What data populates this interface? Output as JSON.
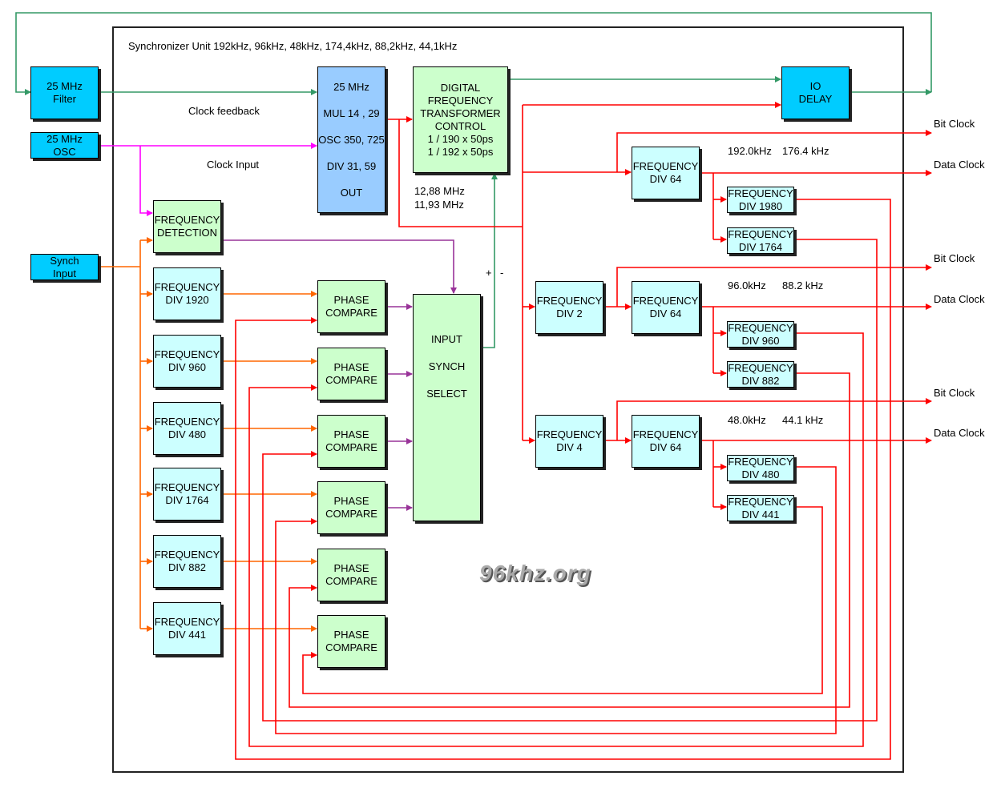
{
  "title": "Synchronizer Unit 192kHz, 96kHz, 48kHz, 174,4kHz, 88,2kHz, 44,1kHz",
  "labels": {
    "clock_feedback": "Clock feedback",
    "clock_input": "Clock Input",
    "freq_1288": "12,88 MHz",
    "freq_1193": "11,93 MHz",
    "plus": "+",
    "minus": "-",
    "rate_192": "192.0kHz",
    "rate_1764": "176.4 kHz",
    "rate_96": "96.0kHz",
    "rate_882": "88.2 kHz",
    "rate_48": "48.0kHz",
    "rate_441": "44.1 kHz"
  },
  "outputs": {
    "bit_clock": "Bit Clock",
    "data_clock": "Data Clock"
  },
  "watermark": "96khz.org",
  "inputs": {
    "filter": [
      "25 MHz",
      "Filter"
    ],
    "osc": [
      "25 MHz",
      "OSC"
    ],
    "synch": [
      "Synch",
      "Input"
    ]
  },
  "pll": [
    "25 MHz",
    "MUL 14 , 29",
    "OSC 350, 725",
    "DIV 31, 59",
    "OUT"
  ],
  "dftc": [
    "DIGITAL",
    "FREQUENCY",
    "TRANSFORMER",
    "CONTROL",
    "1 / 190 x 50ps",
    "1 / 192 x 50ps"
  ],
  "io_delay": [
    "IO",
    "DELAY"
  ],
  "freq_detection": [
    "FREQUENCY",
    "DETECTION"
  ],
  "input_dividers": [
    [
      "FREQUENCY",
      "DIV 1920"
    ],
    [
      "FREQUENCY",
      "DIV 960"
    ],
    [
      "FREQUENCY",
      "DIV 480"
    ],
    [
      "FREQUENCY",
      "DIV 1764"
    ],
    [
      "FREQUENCY",
      "DIV 882"
    ],
    [
      "FREQUENCY",
      "DIV 441"
    ]
  ],
  "phase_compare": [
    "PHASE",
    "COMPARE"
  ],
  "input_synch_select": [
    "INPUT",
    "SYNCH",
    "SELECT"
  ],
  "out_dividers": {
    "div2": [
      "FREQUENCY",
      "DIV 2"
    ],
    "div4": [
      "FREQUENCY",
      "DIV 4"
    ],
    "div64": [
      "FREQUENCY",
      "DIV 64"
    ],
    "div1980": [
      "FREQUENCY",
      "DIV 1980"
    ],
    "div1764": [
      "FREQUENCY",
      "DIV 1764"
    ],
    "div960": [
      "FREQUENCY",
      "DIV 960"
    ],
    "div882": [
      "FREQUENCY",
      "DIV 882"
    ],
    "div480": [
      "FREQUENCY",
      "DIV 480"
    ],
    "div441": [
      "FREQUENCY",
      "DIV 441"
    ]
  },
  "colors": {
    "red": "#ff0000",
    "green": "#339966",
    "orange": "#ff6600",
    "magenta": "#ff00ff",
    "purple": "#993399",
    "cyan": "#00ccff",
    "light_cyan": "#ccffff",
    "light_green": "#ccffcc",
    "light_blue": "#99ccff"
  }
}
